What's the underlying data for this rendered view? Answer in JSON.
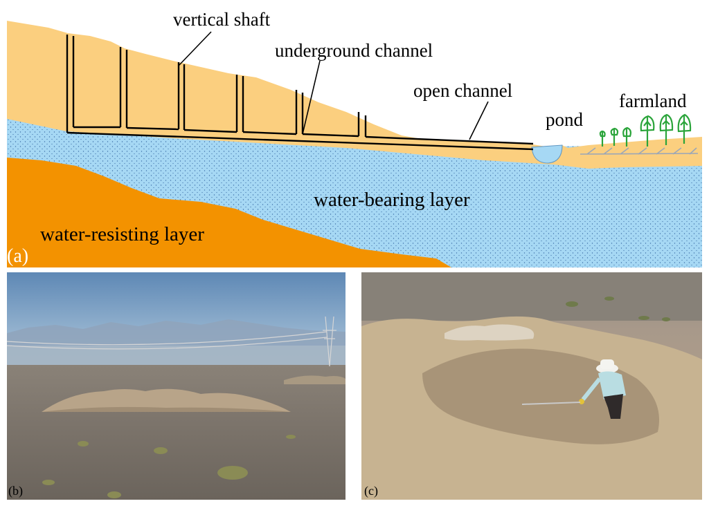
{
  "panels": {
    "a": {
      "panel_label": "(a)",
      "labels": {
        "vertical_shaft": "vertical shaft",
        "underground_channel": "underground channel",
        "open_channel": "open channel",
        "pond": "pond",
        "farmland": "farmland",
        "water_bearing_layer": "water-bearing layer",
        "water_resisting_layer": "water-resisting layer"
      },
      "colors": {
        "soil": "#fbcf7f",
        "water_bearing": "#a6d8f4",
        "water_resisting": "#f39200",
        "farmland_trees": "#2aa43a"
      }
    },
    "b": {
      "panel_label": "(b)"
    },
    "c": {
      "panel_label": "(c)"
    }
  }
}
